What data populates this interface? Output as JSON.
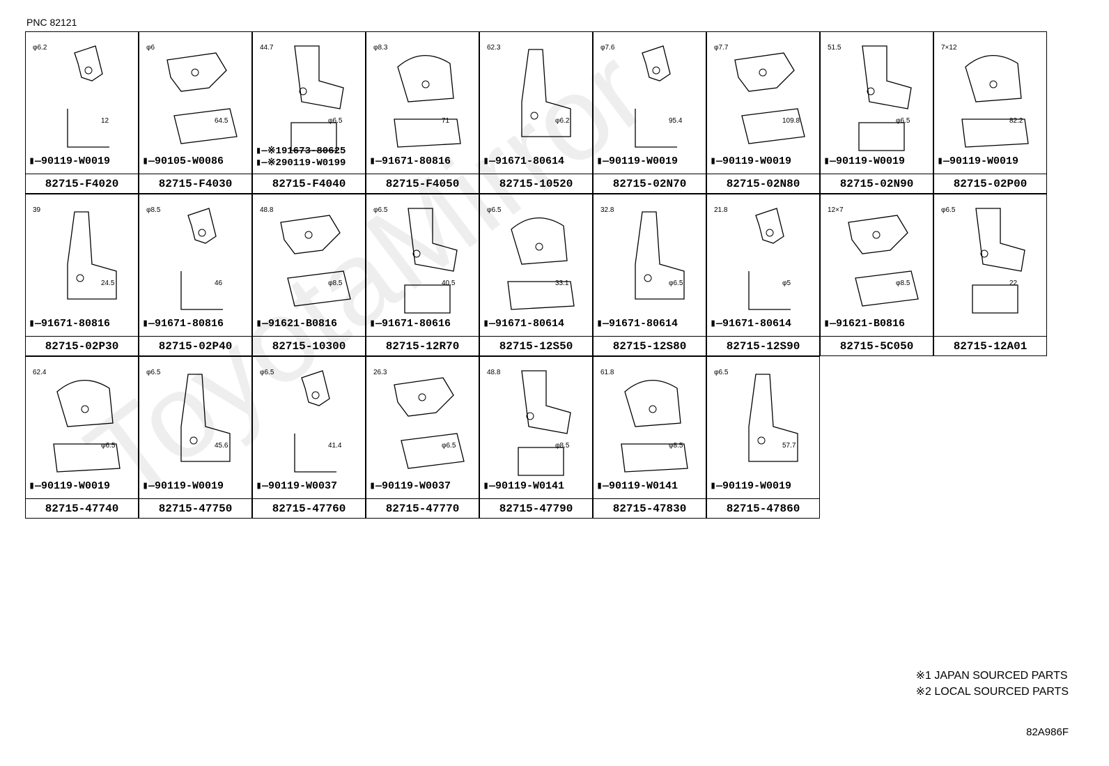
{
  "header": {
    "pnc": "PNC 82121"
  },
  "watermark": "ToyotaMirror",
  "cells": [
    {
      "pn": "82715-F4020",
      "bolt": [
        "90119-W0019"
      ],
      "dims": [
        "φ6.2",
        "12"
      ]
    },
    {
      "pn": "82715-F4030",
      "bolt": [
        "90105-W0086"
      ],
      "dims": [
        "φ6",
        "64.5"
      ]
    },
    {
      "pn": "82715-F4040",
      "bolt": [
        "※191673-80625",
        "※290119-W0199"
      ],
      "dims": [
        "44.7",
        "φ6.5"
      ]
    },
    {
      "pn": "82715-F4050",
      "bolt": [
        "91671-80816"
      ],
      "dims": [
        "φ8.3",
        "71"
      ]
    },
    {
      "pn": "82715-10520",
      "bolt": [
        "91671-80614"
      ],
      "dims": [
        "62.3",
        "φ6.2"
      ]
    },
    {
      "pn": "82715-02N70",
      "bolt": [
        "90119-W0019"
      ],
      "dims": [
        "φ7.6",
        "95.4"
      ]
    },
    {
      "pn": "82715-02N80",
      "bolt": [
        "90119-W0019"
      ],
      "dims": [
        "φ7.7",
        "109.8"
      ]
    },
    {
      "pn": "82715-02N90",
      "bolt": [
        "90119-W0019"
      ],
      "dims": [
        "51.5",
        "φ6.5"
      ]
    },
    {
      "pn": "82715-02P00",
      "bolt": [
        "90119-W0019"
      ],
      "dims": [
        "7×12",
        "82.2"
      ]
    },
    {
      "pn": "82715-02P30",
      "bolt": [
        "91671-80816"
      ],
      "dims": [
        "39",
        "24.5"
      ]
    },
    {
      "pn": "82715-02P40",
      "bolt": [
        "91671-80816"
      ],
      "dims": [
        "φ8.5",
        "46"
      ]
    },
    {
      "pn": "82715-10300",
      "bolt": [
        "91621-B0816"
      ],
      "dims": [
        "48.8",
        "φ8.5"
      ]
    },
    {
      "pn": "82715-12R70",
      "bolt": [
        "91671-80616"
      ],
      "dims": [
        "φ6.5",
        "40.5"
      ]
    },
    {
      "pn": "82715-12S50",
      "bolt": [
        "91671-80614"
      ],
      "dims": [
        "φ6.5",
        "33.1"
      ]
    },
    {
      "pn": "82715-12S80",
      "bolt": [
        "91671-80614"
      ],
      "dims": [
        "32.8",
        "φ6.5"
      ]
    },
    {
      "pn": "82715-12S90",
      "bolt": [
        "91671-80614"
      ],
      "dims": [
        "21.8",
        "φ5"
      ]
    },
    {
      "pn": "82715-5C050",
      "bolt": [
        "91621-B0816"
      ],
      "dims": [
        "12×7",
        "φ8.5"
      ]
    },
    {
      "pn": "82715-12A01",
      "bolt": [],
      "dims": [
        "φ6.5",
        "22"
      ]
    },
    {
      "pn": "82715-47740",
      "bolt": [
        "90119-W0019"
      ],
      "dims": [
        "62.4",
        "φ6.5"
      ]
    },
    {
      "pn": "82715-47750",
      "bolt": [
        "90119-W0019"
      ],
      "dims": [
        "φ6.5",
        "45.6"
      ]
    },
    {
      "pn": "82715-47760",
      "bolt": [
        "90119-W0037"
      ],
      "dims": [
        "φ6.5",
        "41.4"
      ]
    },
    {
      "pn": "82715-47770",
      "bolt": [
        "90119-W0037"
      ],
      "dims": [
        "26.3",
        "φ6.5"
      ]
    },
    {
      "pn": "82715-47790",
      "bolt": [
        "90119-W0141"
      ],
      "dims": [
        "48.8",
        "φ8.5"
      ]
    },
    {
      "pn": "82715-47830",
      "bolt": [
        "90119-W0141"
      ],
      "dims": [
        "61.8",
        "φ8.5"
      ]
    },
    {
      "pn": "82715-47860",
      "bolt": [
        "90119-W0019"
      ],
      "dims": [
        "φ6.5",
        "57.7"
      ]
    }
  ],
  "notes": [
    "※1 JAPAN SOURCED PARTS",
    "※2 LOCAL SOURCED PARTS"
  ],
  "diagram_code": "82A986F"
}
